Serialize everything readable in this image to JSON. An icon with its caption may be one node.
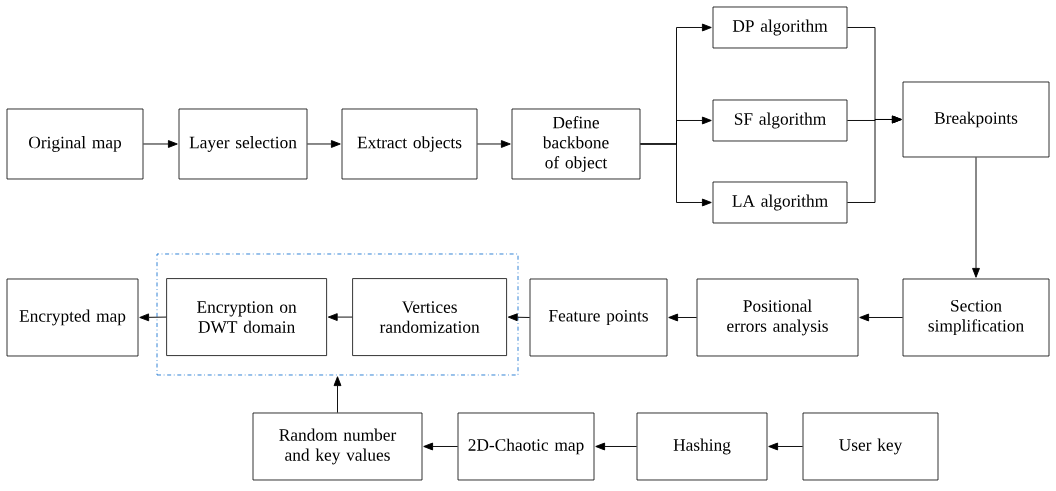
{
  "diagram": {
    "nodes": [
      {
        "text": [
          "Original map"
        ]
      },
      {
        "text": [
          "Layer selection"
        ]
      },
      {
        "text": [
          "Extract objects"
        ]
      },
      {
        "text": [
          "Define backbone of object"
        ]
      },
      {
        "text": [
          "DP algorithm"
        ]
      },
      {
        "text": [
          "SF algorithm"
        ]
      },
      {
        "text": [
          "LA algorithm"
        ]
      },
      {
        "text": [
          "Breakpoints"
        ]
      },
      {
        "text": [
          "Encrypted map"
        ]
      },
      {
        "text": [],
        "shape": "box"
      },
      {
        "text": [
          "Encryption on DWT domain"
        ],
        "in": 9
      },
      {
        "text": [
          "Vertices randomization"
        ],
        "in": 9
      },
      {
        "text": [
          "Feature points"
        ]
      },
      {
        "text": [
          "Positional errors analysis"
        ]
      },
      {
        "text": [
          "Section simplification"
        ]
      },
      {
        "text": [
          "Random number and key values"
        ]
      },
      {
        "text": [
          "2D-Chaotic map"
        ]
      },
      {
        "text": [
          "Hashing"
        ]
      },
      {
        "text": [
          "User key"
        ]
      }
    ],
    "edges": [
      {
        "from": 0,
        "to": 1,
        "arrow": "to"
      },
      {
        "from": 1,
        "to": 2,
        "arrow": "to"
      },
      {
        "from": 2,
        "to": 3,
        "arrow": "to"
      },
      {
        "from": 3,
        "to": 4,
        "arrow": "to"
      },
      {
        "from": 3,
        "to": 5,
        "arrow": "to"
      },
      {
        "from": 3,
        "to": 6,
        "arrow": "to"
      },
      {
        "from": 4,
        "to": 7,
        "arrow": "to"
      },
      {
        "from": 5,
        "to": 7,
        "arrow": "to"
      },
      {
        "from": 6,
        "to": 7,
        "arrow": "to"
      },
      {
        "from": 7,
        "to": 14,
        "arrow": "to"
      },
      {
        "from": 14,
        "to": 13,
        "arrow": "to"
      },
      {
        "from": 13,
        "to": 12,
        "arrow": "to"
      },
      {
        "from": 12,
        "to": 11,
        "arrow": "to"
      },
      {
        "from": 11,
        "to": 10,
        "arrow": "to"
      },
      {
        "from": 10,
        "to": 8,
        "arrow": "to"
      },
      {
        "from": 18,
        "to": 17,
        "arrow": "to"
      },
      {
        "from": 17,
        "to": 16,
        "arrow": "to"
      },
      {
        "from": 16,
        "to": 15,
        "arrow": "to"
      },
      {
        "from": 15,
        "to": 9,
        "arrow": "to"
      }
    ]
  }
}
